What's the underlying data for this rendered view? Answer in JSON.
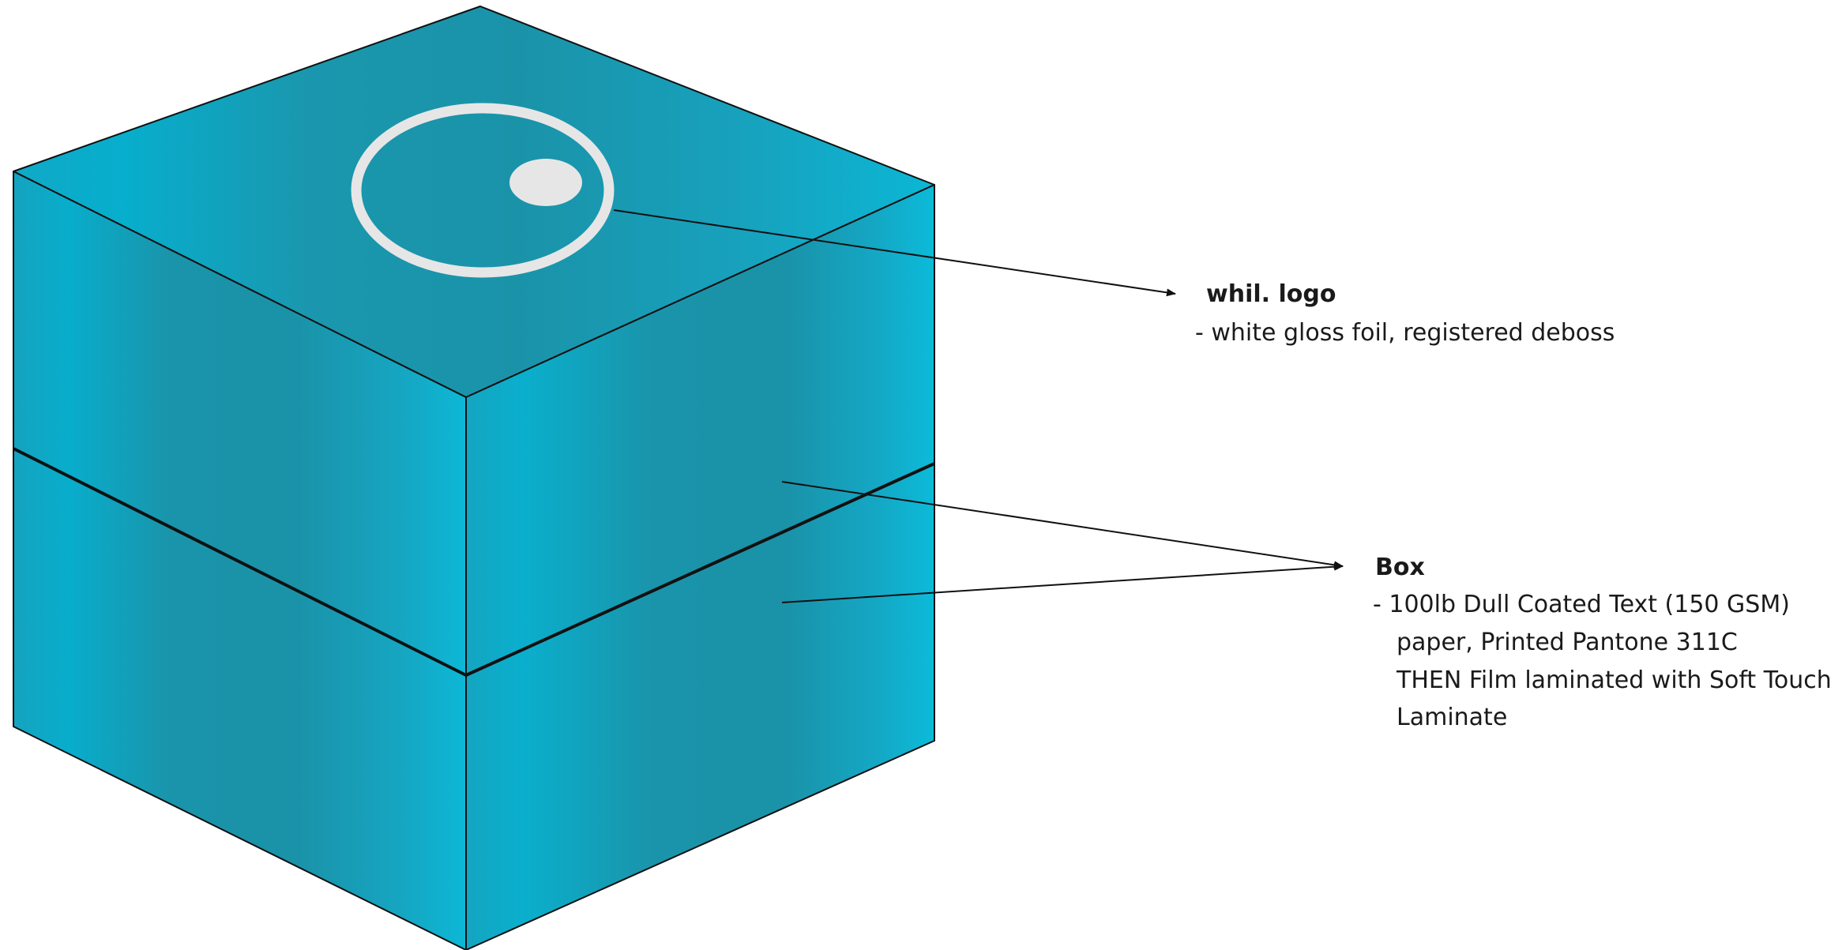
{
  "colors": {
    "box_dark": "#1a94aa",
    "box_light": "#0fb6d4",
    "outline": "#111111",
    "logo": "#e6e6e6",
    "leader": "#111111"
  },
  "callouts": {
    "logo": {
      "title": "whil. logo",
      "lines": [
        "- white gloss foil, registered deboss"
      ]
    },
    "box": {
      "title": "Box",
      "lines": [
        "- 100lb Dull Coated Text (150 GSM)",
        "paper, Printed Pantone 311C",
        "THEN Film laminated with Soft Touch",
        "Laminate"
      ]
    }
  }
}
